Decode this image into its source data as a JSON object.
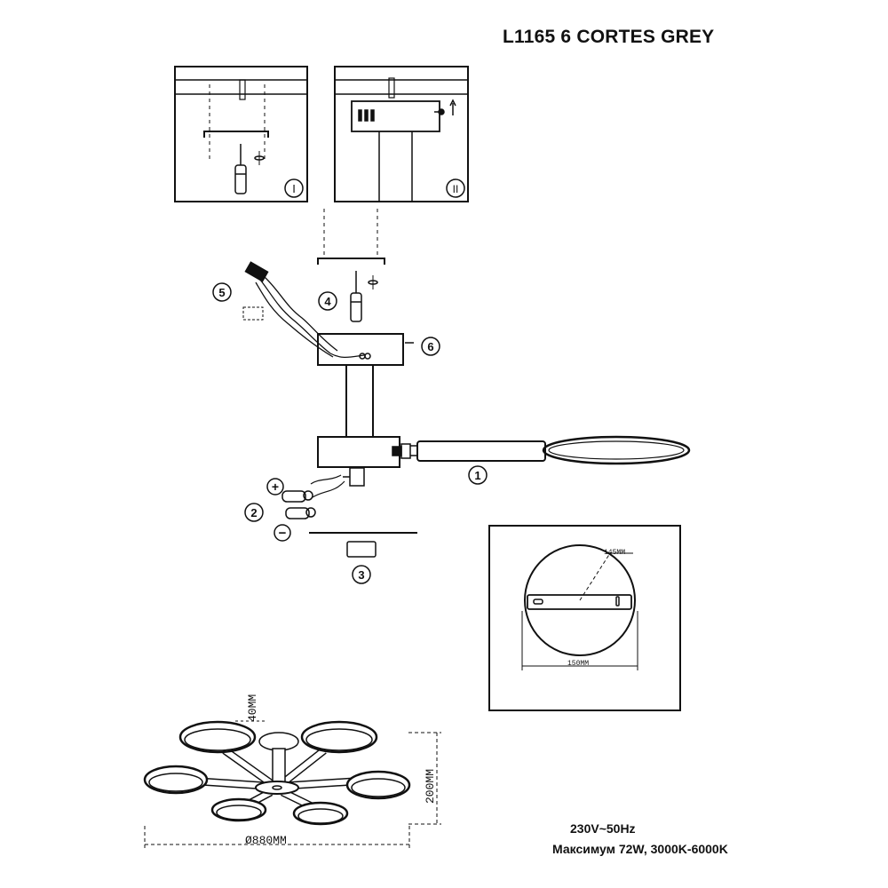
{
  "header": {
    "title": "L1165 6 CORTES GREY"
  },
  "steps": {
    "I": "I",
    "II": "II",
    "s1": "1",
    "s2": "2",
    "s3": "3",
    "s4": "4",
    "s5": "5",
    "s6": "6",
    "plus": "+",
    "minus": "−"
  },
  "canopy_detail": {
    "diameter_label": "145MM",
    "plate_label": "150MM"
  },
  "dimensions": {
    "height": "40MM",
    "depth": "200MM",
    "diameter": "Ø880MM"
  },
  "specs": {
    "voltage": "230V~50Hz",
    "power": "Максимум 72W, 3000K-6000K"
  },
  "colors": {
    "ink": "#111111",
    "paper": "#ffffff",
    "gray": "#888888"
  }
}
